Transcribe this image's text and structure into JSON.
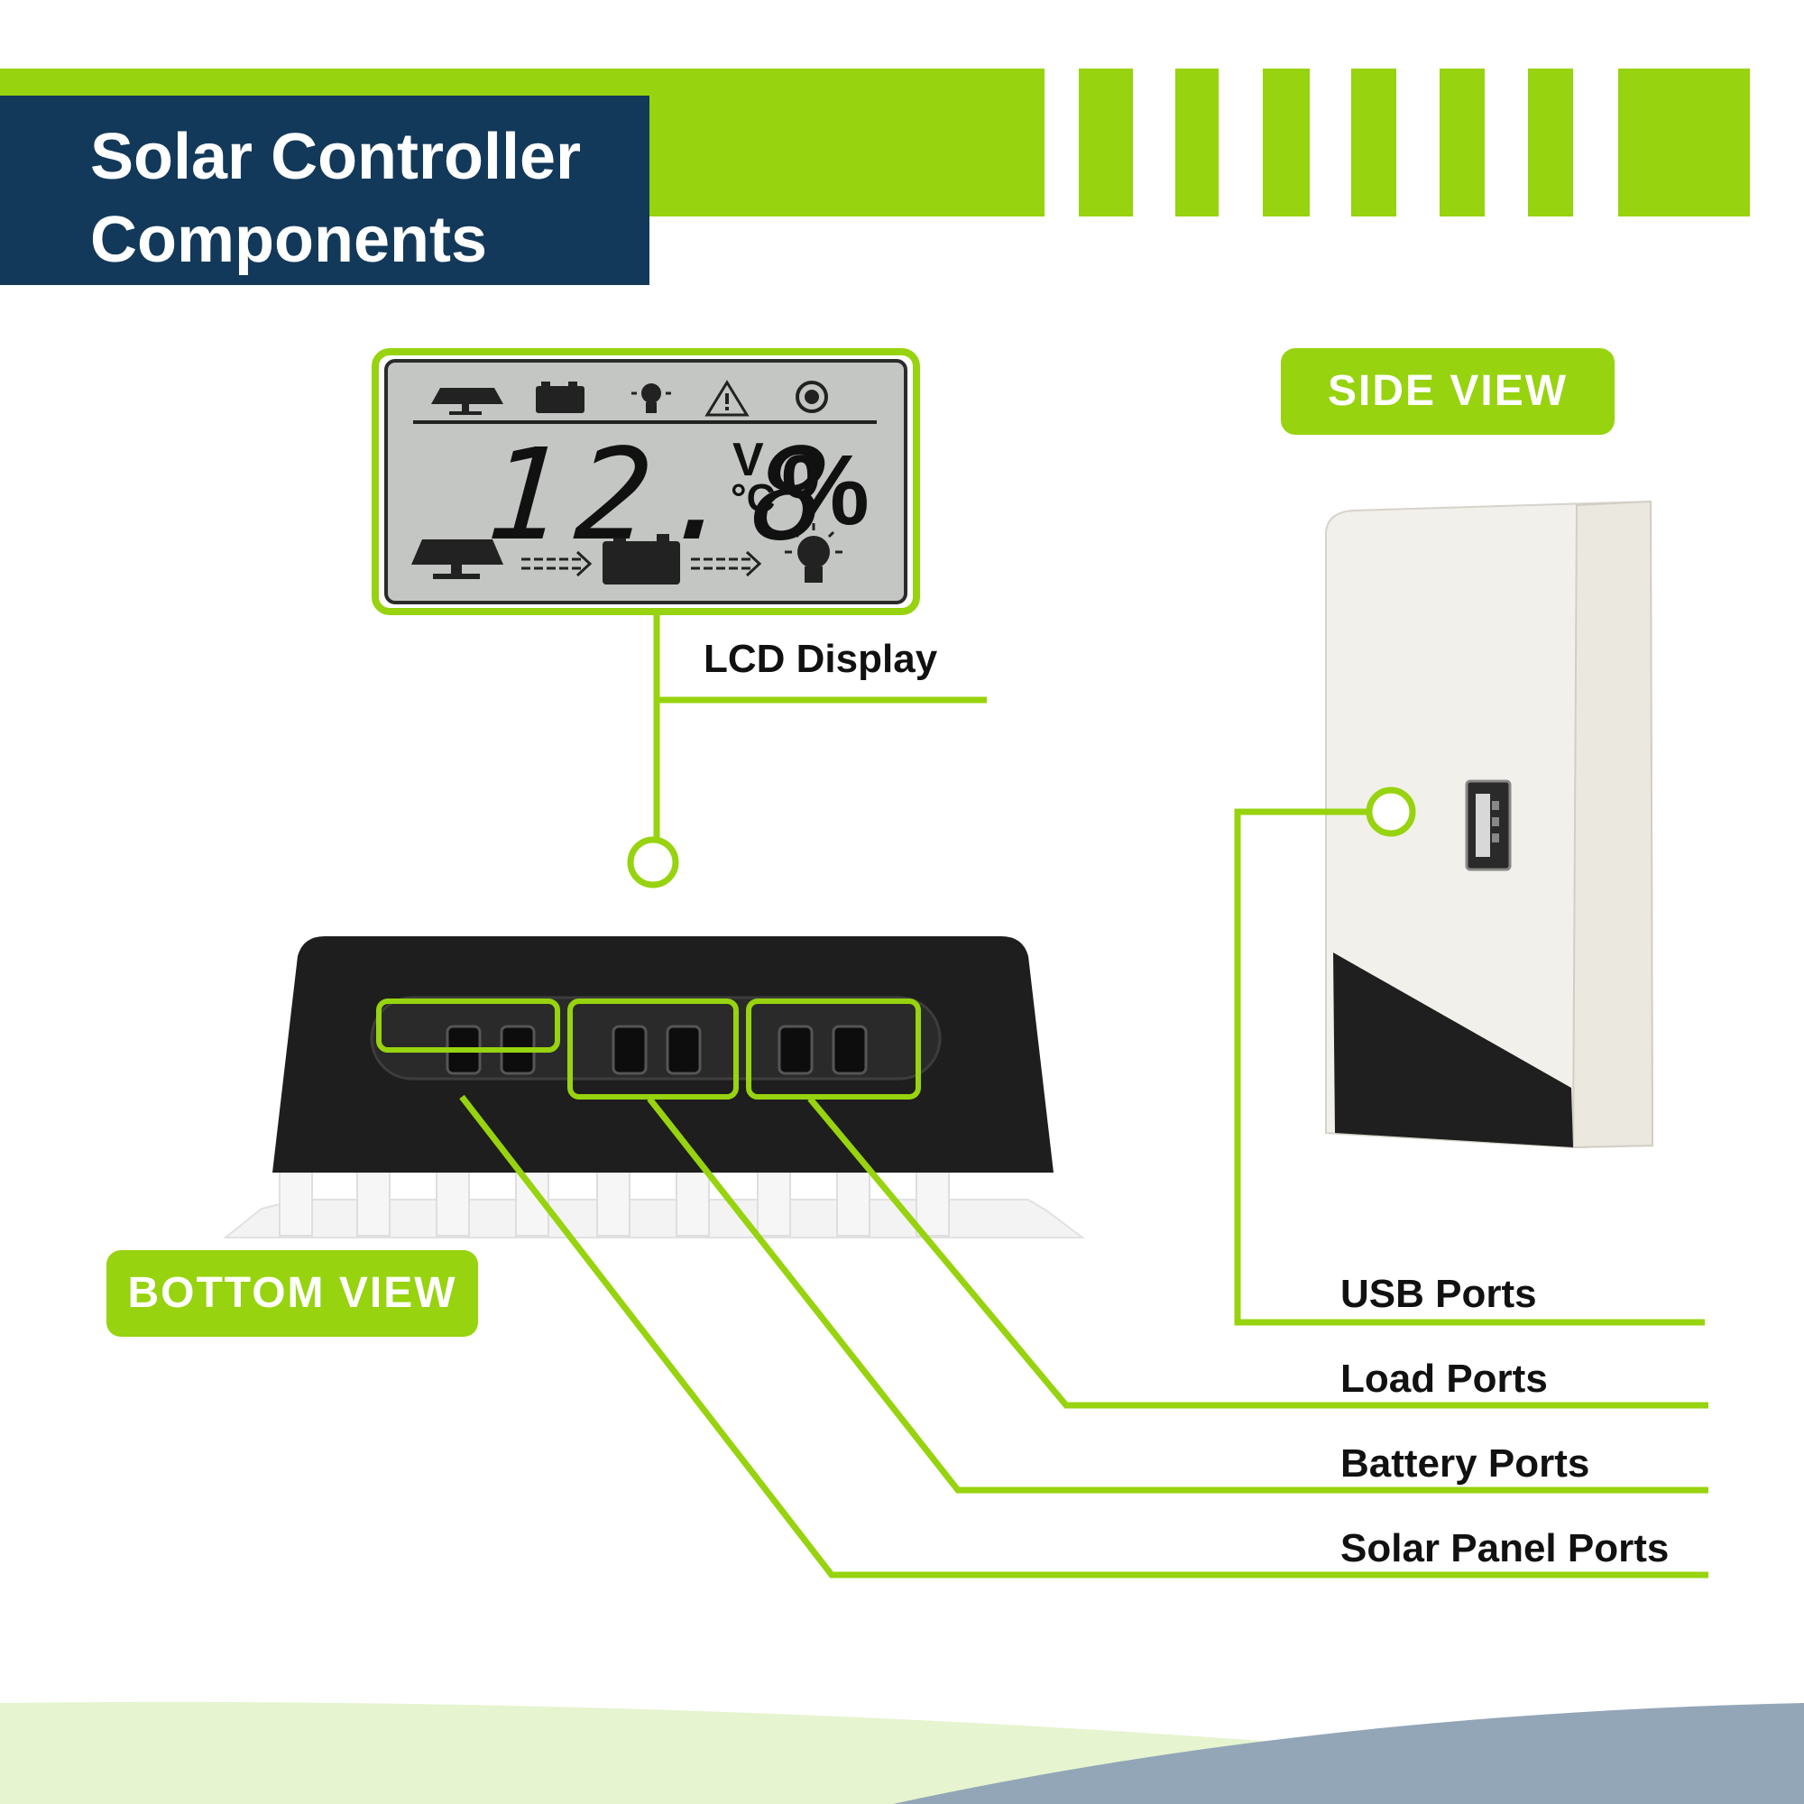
{
  "header": {
    "title": "Solar Controller\nComponents"
  },
  "views": {
    "side": "SIDE VIEW",
    "bottom": "BOTTOM VIEW"
  },
  "lcd": {
    "value": "12.8",
    "unit_v": "V",
    "unit_c": "°C",
    "unit_pct": "%"
  },
  "labels": {
    "lcd_display": "LCD Display",
    "usb_ports": "USB Ports",
    "load_ports": "Load Ports",
    "battery_ports": "Battery Ports",
    "solar_panel_ports": "Solar Panel Ports"
  },
  "colors": {
    "accent_green": "#97d30e",
    "navy": "#13395a",
    "lcd_bg": "#c4c7c4",
    "device_black": "#1e1e1e",
    "device_white": "#f2f0ea"
  }
}
